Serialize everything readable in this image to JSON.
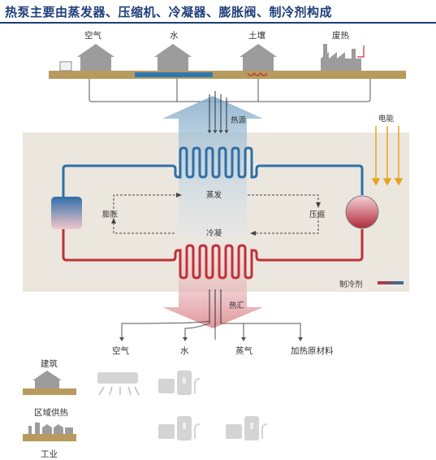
{
  "title": "热泵主要由蒸发器、压缩机、冷凝器、膨胀阀、制冷剂构成",
  "sources": {
    "air": "空气",
    "water": "水",
    "soil": "土壤",
    "waste_heat": "废热"
  },
  "labels": {
    "heat_source": "热源",
    "electricity": "电能",
    "evaporation": "蒸发",
    "expansion": "膨胀",
    "compression": "压缩",
    "condensation": "冷凝",
    "refrigerant": "制冷剂",
    "heat_sink": "热汇"
  },
  "outputs": {
    "air": "空气",
    "water": "水",
    "steam": "蒸气",
    "heating_material": "加热原材料"
  },
  "sectors": {
    "building": "建筑",
    "district_heating": "区域供热",
    "industry": "工业"
  },
  "colors": {
    "hot": "#c0303a",
    "cold": "#2f6fa8",
    "panel": "#ebe7df",
    "ground": "#b89a5e",
    "electric": "#e8a21c",
    "title": "#1f3e7a"
  }
}
